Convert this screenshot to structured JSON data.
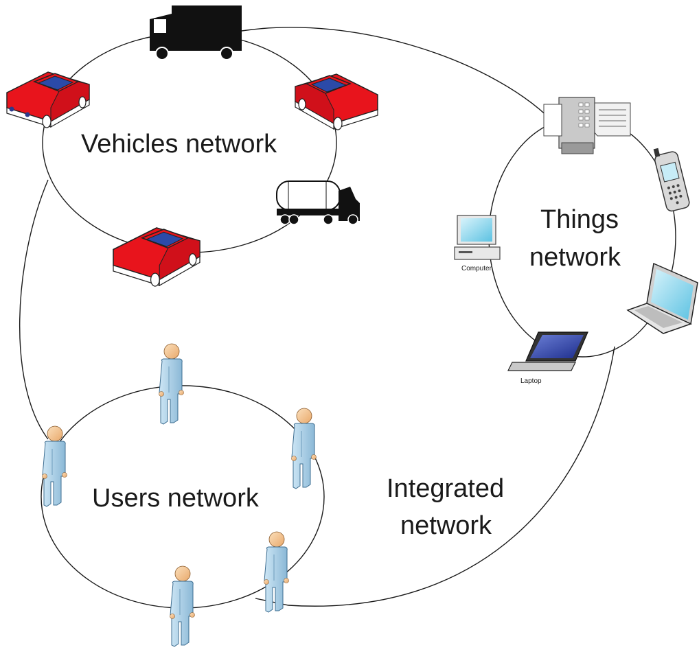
{
  "networks": {
    "vehicles": {
      "label": "Vehicles network"
    },
    "things": {
      "label_line1": "Things",
      "label_line2": "network"
    },
    "users": {
      "label": "Users network"
    },
    "integrated": {
      "label_line1": "Integrated",
      "label_line2": "network"
    }
  },
  "devices": {
    "computer_label": "Computer",
    "laptop_label": "Laptop"
  },
  "colors": {
    "car_body": "#e8141c",
    "car_window": "#2b4aa8",
    "truck": "#111111",
    "person_body": "#a9cfe6",
    "person_head": "#f3c08a",
    "line": "#1a1a1a"
  }
}
